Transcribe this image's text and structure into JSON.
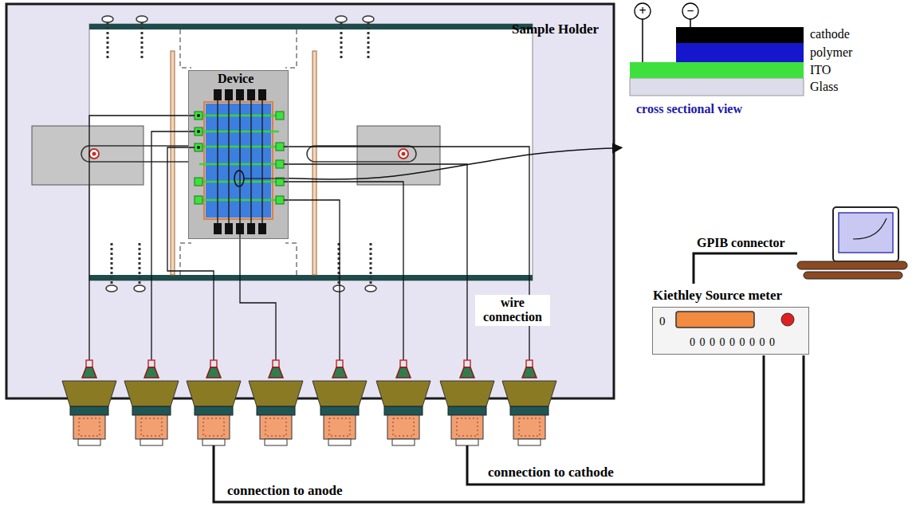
{
  "diagram": {
    "nodes": [
      {
        "text": [
          "Sample Holder"
        ]
      },
      {
        "text": [
          "Device"
        ],
        "in": 0
      },
      {
        "text": [
          "cross sectional view"
        ]
      },
      {
        "text": [
          "Kiethley Source meter",
          "0",
          "0 0 0 0 0 0 0 0 0"
        ]
      }
    ],
    "edges": [
      {
        "from": 1,
        "to": 2,
        "arrow": "to"
      }
    ],
    "labels": [
      "+",
      "−",
      "cathode",
      "polymer",
      "ITO",
      "Glass",
      "GPIB connector",
      "wire connection",
      "connection to cathode",
      "connection to anode"
    ]
  }
}
